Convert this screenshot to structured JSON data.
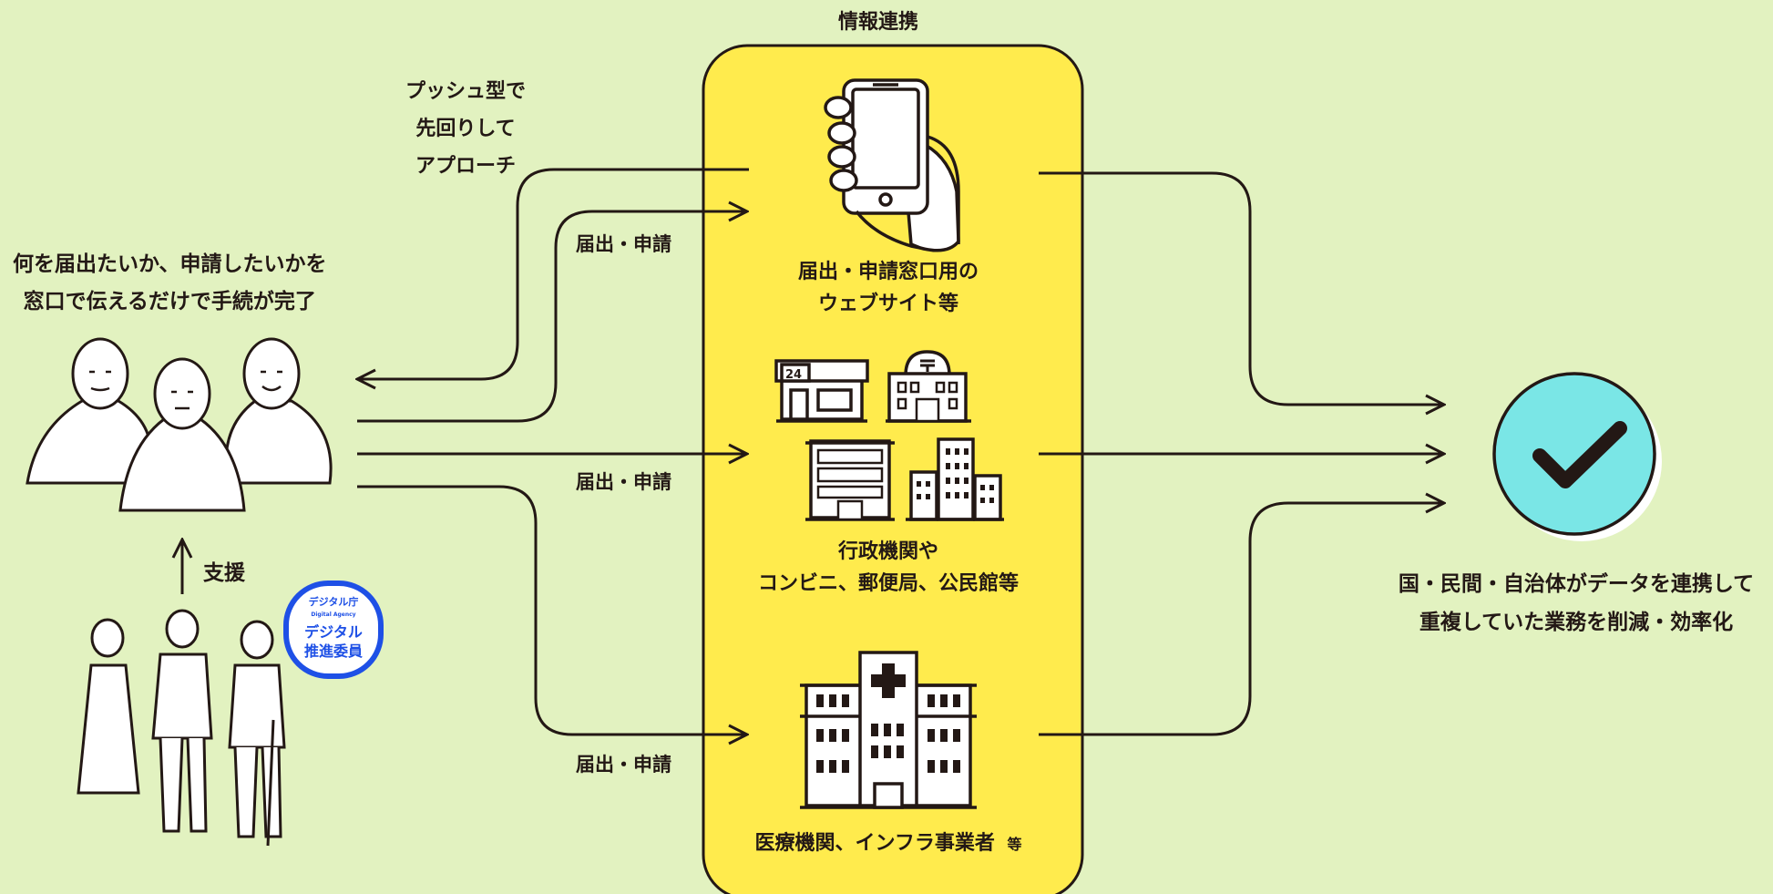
{
  "title": "情報連携",
  "push_approach": [
    "プッシュ型で",
    "先回りして",
    "アプローチ"
  ],
  "users_caption": [
    "何を届出たいか、申請したいかを",
    "窓口で伝えるだけで手続が完了"
  ],
  "request_label": "届出・申請",
  "support_label": "支援",
  "badge": {
    "agency": "デジタル庁",
    "agency_en": "Digital Agency",
    "line1": "デジタル",
    "line2": "推進委員",
    "color": "#1e50e6"
  },
  "counter_sign": "24",
  "channels": {
    "web": [
      "届出・申請窓口用の",
      "ウェブサイト等"
    ],
    "admin": [
      "行政機関や",
      "コンビニ、郵便局、公民館等"
    ],
    "medical": "医療機関、インフラ事業者",
    "medical_suffix": "等"
  },
  "result": [
    "国・民間・自治体がデータを連携して",
    "重複していた業務を削減・効率化"
  ],
  "icons": {
    "phone": "smartphone-in-hand-icon",
    "building": "building-icon",
    "hospital": "hospital-icon",
    "check": "check-circle-icon",
    "people": "people-icon",
    "volunteers": "volunteers-icon"
  },
  "colors": {
    "background": "#e2f2c0",
    "panel": "#ffeb4d",
    "check_circle": "#7ae6e6",
    "ink": "#231815"
  }
}
